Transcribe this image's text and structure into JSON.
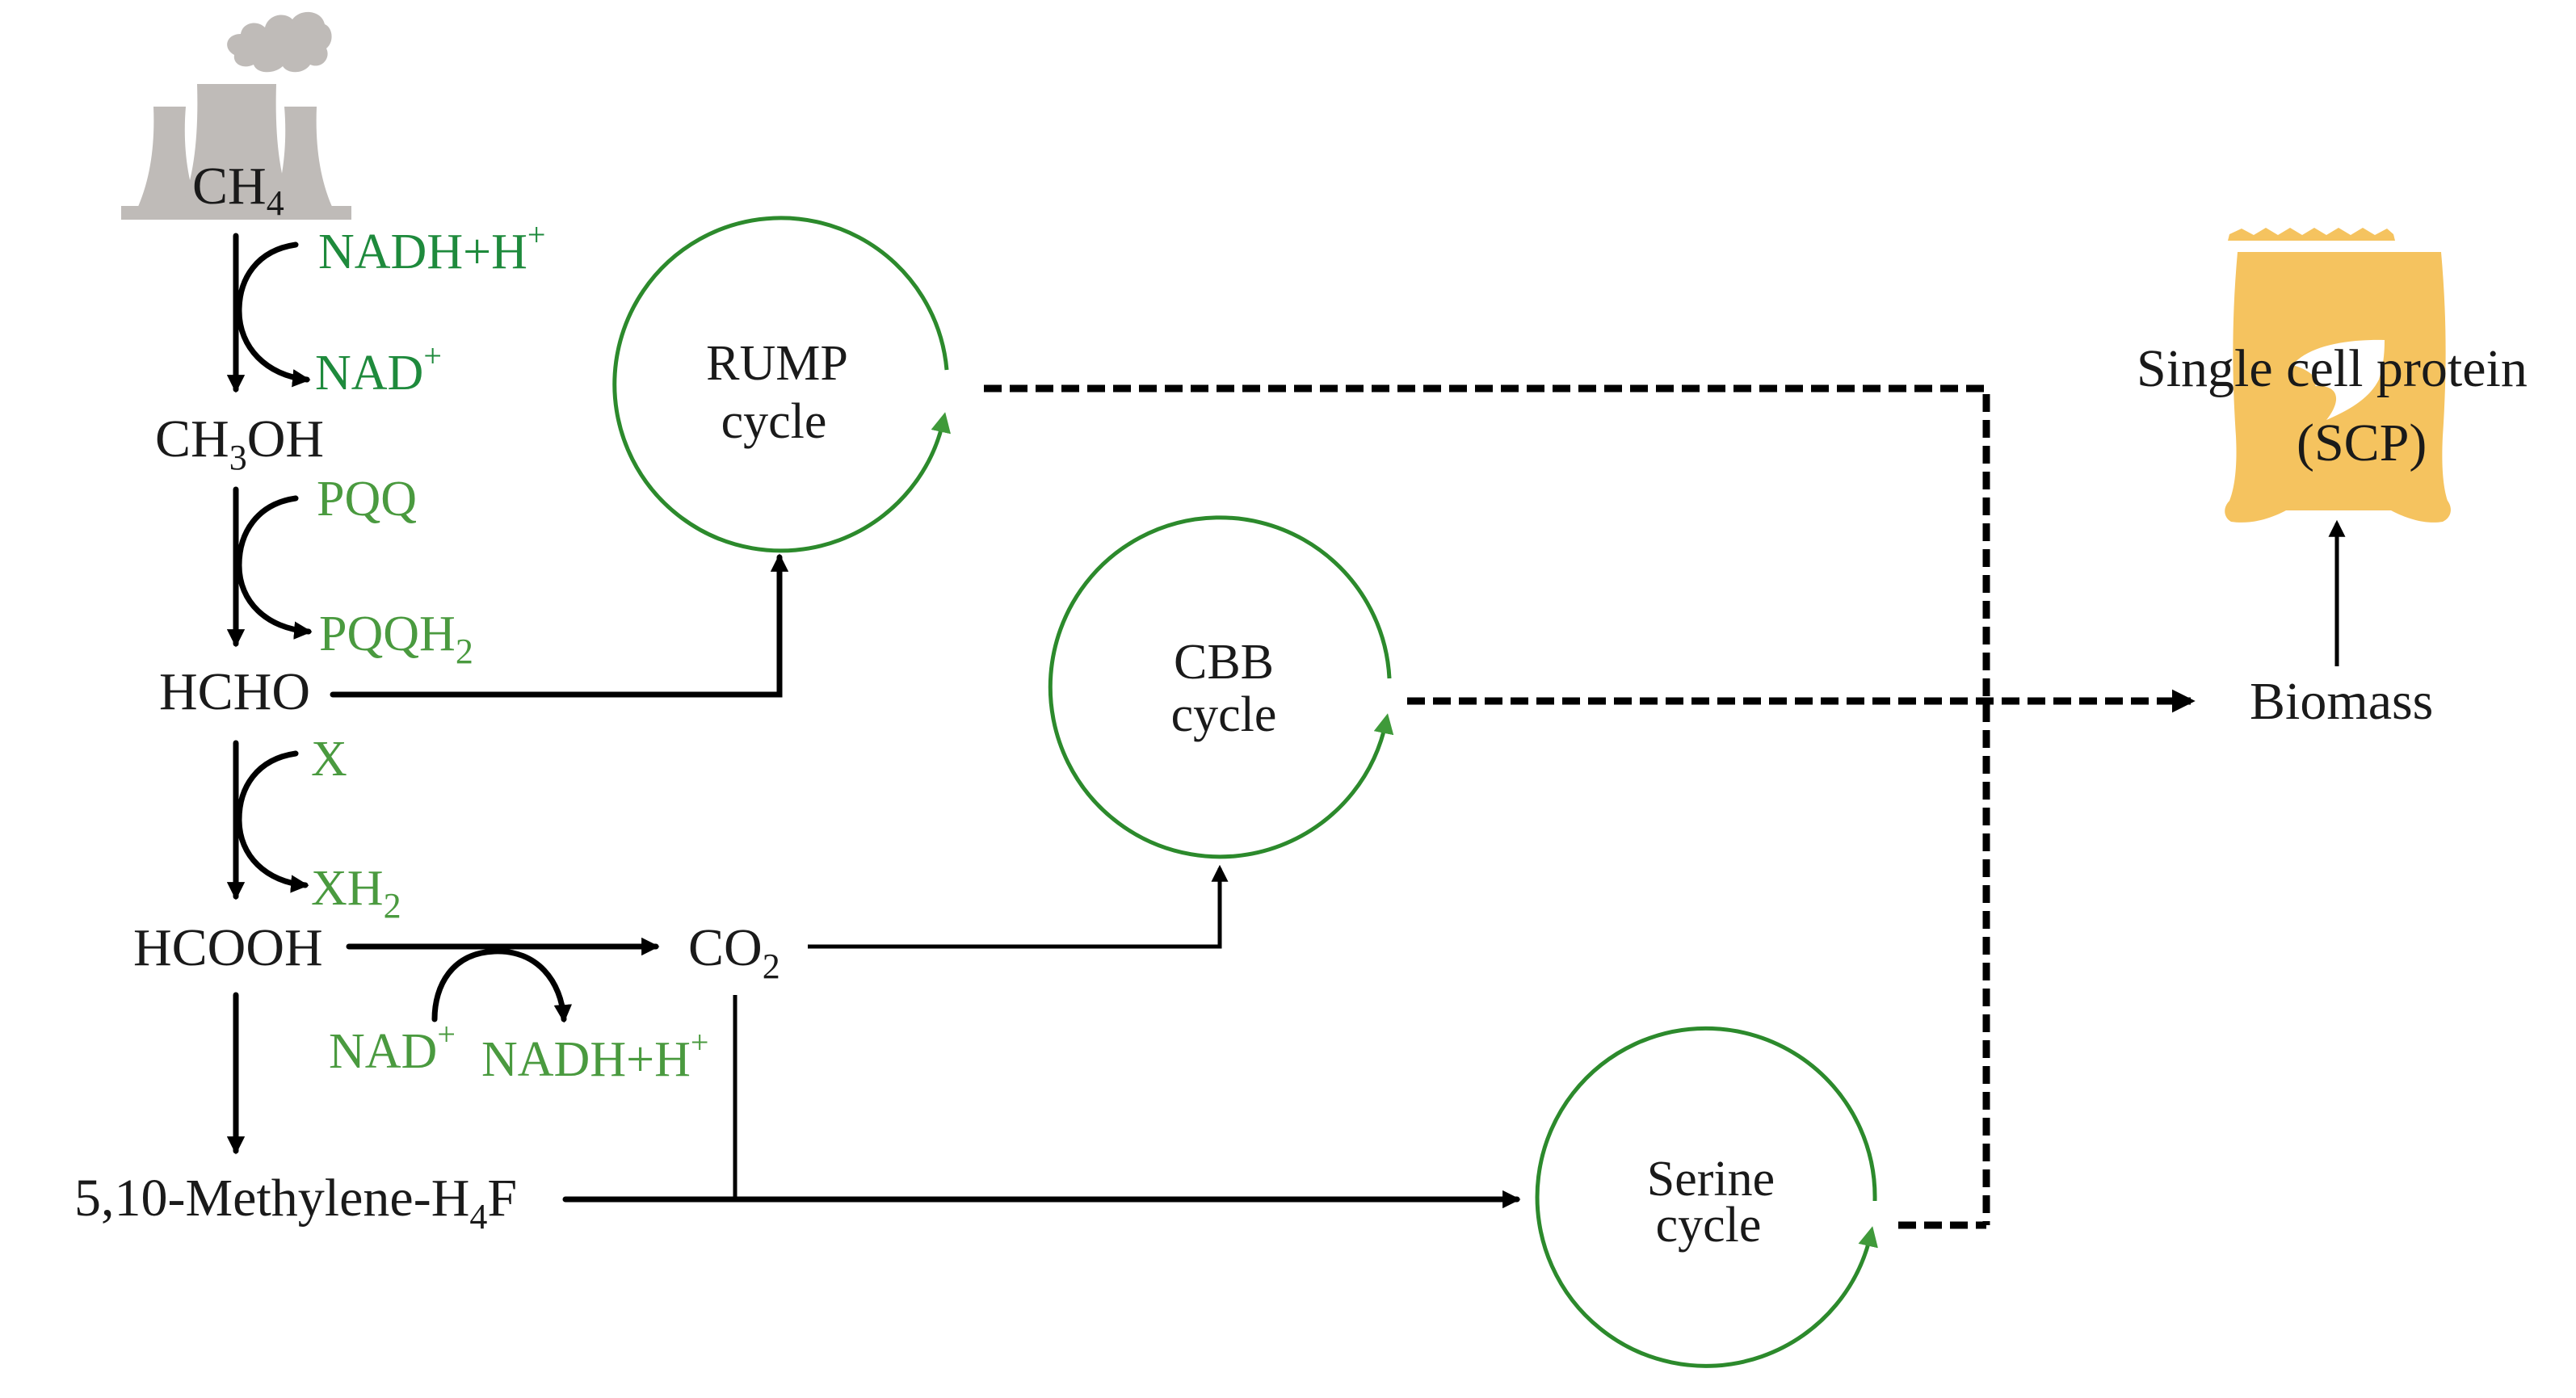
{
  "diagram": {
    "title": "Methane oxidation pathway to single cell protein",
    "colors": {
      "text": "#1a1a1a",
      "cofactor_dark_green": "#1e8a3c",
      "cofactor_light_green": "#4a9a3f",
      "cycle_green": "#2c8a2c",
      "factory_gray": "#bfbbb8",
      "bag_yellow": "#f5c35f"
    },
    "icons": {
      "source": "factory-cooling-tower-icon",
      "product": "feed-bag-with-leaf-icon"
    },
    "metabolites": {
      "ch4": {
        "main": "CH",
        "sub": "4"
      },
      "ch3oh": {
        "pre": "CH",
        "sub": "3",
        "post": "OH"
      },
      "hcho": "HCHO",
      "hcooh": "HCOOH",
      "co2": {
        "main": "CO",
        "sub": "2"
      },
      "methylene": {
        "pre": "5,10-Methylene-H",
        "sub": "4",
        "post": "F"
      },
      "biomass": "Biomass"
    },
    "cofactors": {
      "step1_in": {
        "main": "NADH+H",
        "sup": "+"
      },
      "step1_out": {
        "main": "NAD",
        "sup": "+"
      },
      "step2_in": {
        "main": "PQQ"
      },
      "step2_out": {
        "main": "PQQH",
        "sub": "2"
      },
      "step3_in": {
        "main": "X"
      },
      "step3_out": {
        "main": "XH",
        "sub": "2"
      },
      "step4_in": {
        "main": "NAD",
        "sup": "+"
      },
      "step4_out": {
        "main": "NADH+H",
        "sup": "+"
      }
    },
    "cycles": [
      {
        "id": "rump",
        "line1": "RUMP",
        "line2": "cycle"
      },
      {
        "id": "cbb",
        "line1": "CBB",
        "line2": "cycle"
      },
      {
        "id": "serine",
        "line1": "Serine",
        "line2": "cycle"
      }
    ],
    "product": {
      "line1": "Single cell protein",
      "line2": "(SCP)"
    },
    "edges": [
      {
        "from": "CH4",
        "to": "CH3OH",
        "style": "solid",
        "cofactors": [
          "NADH+H+",
          "NAD+"
        ]
      },
      {
        "from": "CH3OH",
        "to": "HCHO",
        "style": "solid",
        "cofactors": [
          "PQQ",
          "PQQH2"
        ]
      },
      {
        "from": "HCHO",
        "to": "HCOOH",
        "style": "solid",
        "cofactors": [
          "X",
          "XH2"
        ]
      },
      {
        "from": "HCHO",
        "to": "RUMP cycle",
        "style": "solid"
      },
      {
        "from": "HCOOH",
        "to": "CO2",
        "style": "solid",
        "cofactors": [
          "NAD+",
          "NADH+H+"
        ]
      },
      {
        "from": "HCOOH",
        "to": "5,10-Methylene-H4F",
        "style": "solid"
      },
      {
        "from": "CO2",
        "to": "CBB cycle",
        "style": "solid"
      },
      {
        "from": "CO2",
        "to": "Serine cycle",
        "style": "solid"
      },
      {
        "from": "5,10-Methylene-H4F",
        "to": "Serine cycle",
        "style": "solid"
      },
      {
        "from": "RUMP cycle",
        "to": "Biomass",
        "style": "dashed"
      },
      {
        "from": "CBB cycle",
        "to": "Biomass",
        "style": "dashed"
      },
      {
        "from": "Serine cycle",
        "to": "Biomass",
        "style": "dashed"
      },
      {
        "from": "Biomass",
        "to": "Single cell protein (SCP)",
        "style": "solid"
      }
    ]
  }
}
